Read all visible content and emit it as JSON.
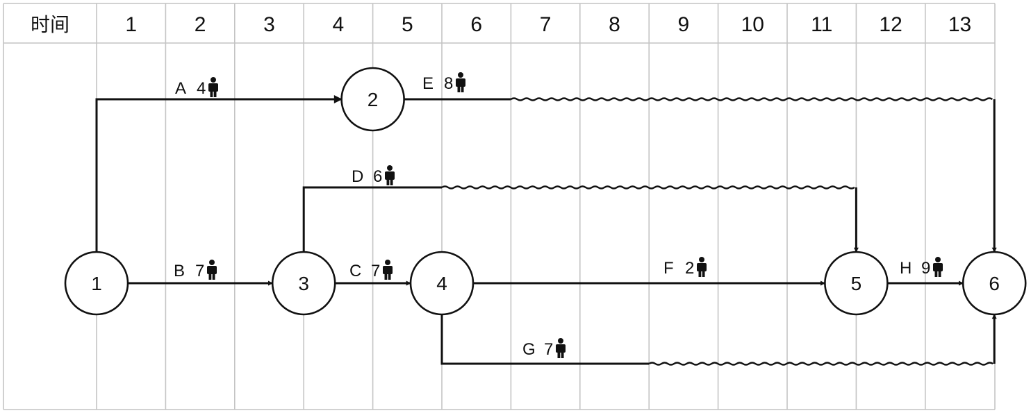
{
  "header": {
    "title": "时间",
    "periods": [
      "1",
      "2",
      "3",
      "4",
      "5",
      "6",
      "7",
      "8",
      "9",
      "10",
      "11",
      "12",
      "13"
    ]
  },
  "nodes": [
    {
      "id": "1",
      "time": 0
    },
    {
      "id": "2",
      "time": 4
    },
    {
      "id": "3",
      "time": 3
    },
    {
      "id": "4",
      "time": 5
    },
    {
      "id": "5",
      "time": 11
    },
    {
      "id": "6",
      "time": 13
    }
  ],
  "activities": [
    {
      "name": "A",
      "workers": "4",
      "from": "1",
      "to": "2",
      "duration": 4,
      "float": 0
    },
    {
      "name": "B",
      "workers": "7",
      "from": "1",
      "to": "3",
      "duration": 3,
      "float": 0
    },
    {
      "name": "C",
      "workers": "7",
      "from": "3",
      "to": "4",
      "duration": 2,
      "float": 0
    },
    {
      "name": "D",
      "workers": "6",
      "from": "3",
      "to": "5",
      "duration": 2,
      "float": 6
    },
    {
      "name": "E",
      "workers": "8",
      "from": "2",
      "to": "6",
      "duration": 2,
      "float": 7
    },
    {
      "name": "F",
      "workers": "2",
      "from": "4",
      "to": "5",
      "duration": 6,
      "float": 0
    },
    {
      "name": "G",
      "workers": "7",
      "from": "4",
      "to": "6",
      "duration": 3,
      "float": 5
    },
    {
      "name": "H",
      "workers": "9",
      "from": "5",
      "to": "6",
      "duration": 2,
      "float": 0
    }
  ],
  "colors": {
    "line": "#111111",
    "grid": "#c4c4c4"
  },
  "icons": {
    "worker": "person-icon"
  }
}
